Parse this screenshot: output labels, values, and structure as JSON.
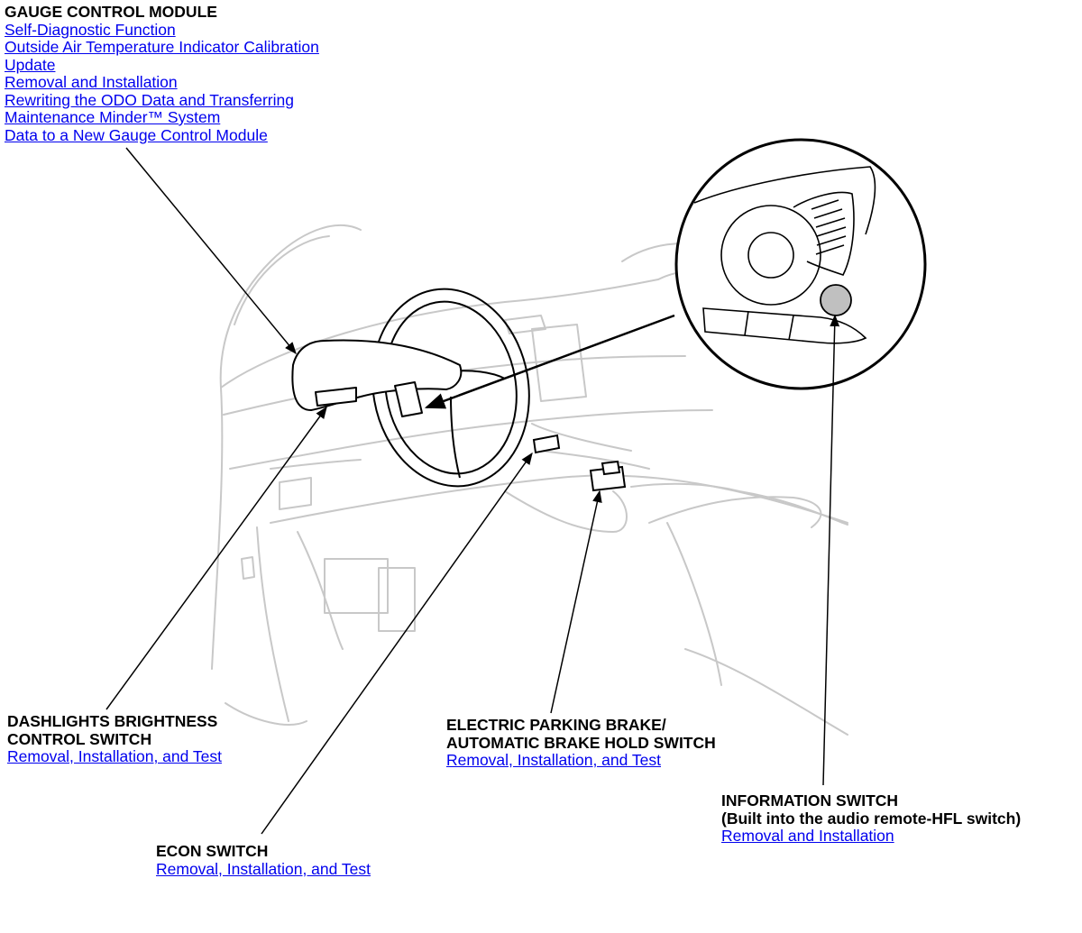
{
  "gauge_control_module": {
    "title": "GAUGE CONTROL MODULE",
    "links": [
      "Self-Diagnostic Function",
      "Outside Air Temperature Indicator Calibration",
      "Update",
      "Removal and Installation",
      "Rewriting the ODO Data and Transferring",
      "Maintenance Minder™ System",
      "Data to a New Gauge Control Module"
    ]
  },
  "dashlights_switch": {
    "title_line1": "DASHLIGHTS BRIGHTNESS",
    "title_line2": "CONTROL SWITCH",
    "link": "Removal, Installation, and Test"
  },
  "econ_switch": {
    "title": "ECON SWITCH",
    "link": "Removal, Installation, and Test"
  },
  "parking_brake_switch": {
    "title_line1": "ELECTRIC PARKING BRAKE/",
    "title_line2": "AUTOMATIC BRAKE HOLD SWITCH",
    "link": "Removal, Installation, and Test"
  },
  "information_switch": {
    "title_line1": "INFORMATION SWITCH",
    "title_line2": "(Built into the audio remote-HFL switch)",
    "link": "Removal and Installation"
  },
  "colors": {
    "link": "#0000ee",
    "line_art": "#c8c8c8",
    "leader": "#000000",
    "switch_highlight": "#c0c0c0"
  }
}
